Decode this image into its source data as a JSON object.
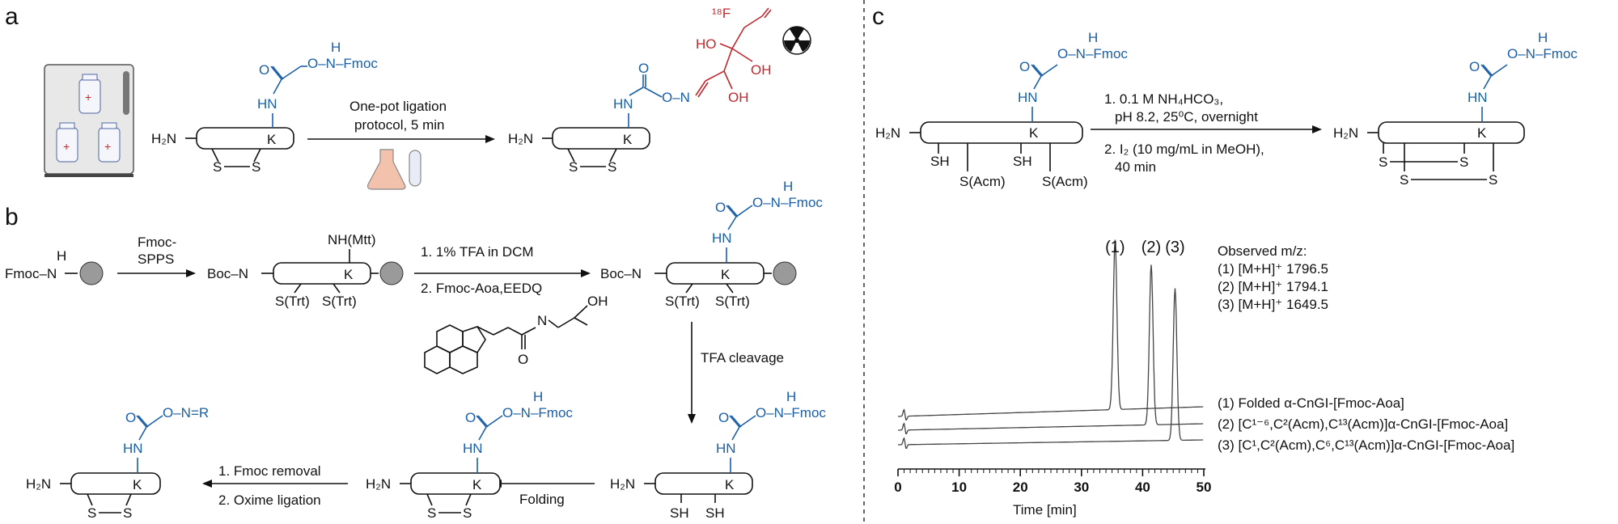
{
  "panels": {
    "a": "a",
    "b": "b",
    "c": "c"
  },
  "panel_a": {
    "k": "K",
    "h2n": "H₂N",
    "s": "S",
    "hn": "HN",
    "o": "O",
    "aoa_head": "O–N–Fmoc",
    "h": "H",
    "step_line1": "One-pot ligation",
    "step_line2": "protocol, 5 min",
    "product_oxime": "O–N",
    "sugar_f": "¹⁸F",
    "sugar_ho": "HO",
    "sugar_oh1": "OH",
    "sugar_oh2": "OH"
  },
  "panel_b": {
    "fmoc_n": "Fmoc–N",
    "h": "H",
    "spps": [
      "Fmoc-",
      "SPPS"
    ],
    "boc_n": "Boc–N",
    "nh_mtt": "NH(Mtt)",
    "k": "K",
    "s_trt": "S(Trt)",
    "step1": "1. 1% TFA in DCM",
    "step2": "2. Fmoc-Aoa,EEDQ",
    "reagent_o": "O",
    "reagent_oh": "OH",
    "reagent_nh": "N",
    "tfa": "TFA cleavage",
    "folding": "Folding",
    "fmoc_removal": "1. Fmoc removal",
    "oxime_ligation": "2. Oxime ligation",
    "oxime_head": "O–N=R",
    "aoa_head": "O–N–Fmoc",
    "hn": "HN",
    "o": "O",
    "h2n": "H₂N",
    "s": "S",
    "sh": "SH"
  },
  "panel_c": {
    "reaction": {
      "step1a": "1. 0.1 M NH₄HCO₃,",
      "step1b": "pH 8.2, 25⁰C, overnight",
      "step2a": "2. I₂ (10 mg/mL in MeOH),",
      "step2b": "40 min",
      "sh": "SH",
      "s_acm": "S(Acm)",
      "s": "S",
      "k": "K",
      "h2n": "H₂N",
      "hn": "HN",
      "o": "O",
      "h": "H",
      "aoa_head": "O–N–Fmoc"
    },
    "peak_labels": [
      "(1)",
      "(2)",
      "(3)"
    ],
    "observed_title": "Observed m/z:",
    "observed": [
      "(1) [M+H]⁺ 1796.5",
      "(2) [M+H]⁺ 1794.1",
      "(3) [M+H]⁺ 1649.5"
    ],
    "legend": [
      "(1) Folded α-CnGI-[Fmoc-Aoa]",
      "(2) [C¹⁻⁶,C²(Acm),C¹³(Acm)]α-CnGI-[Fmoc-Aoa]",
      "(3) [C¹,C²(Acm),C⁶,C¹³(Acm)]α-CnGI-[Fmoc-Aoa]"
    ],
    "chart_data": {
      "type": "line",
      "xlabel": "Time [min]",
      "ylabel": "",
      "xlim": [
        0,
        50
      ],
      "x_ticks": [
        0,
        10,
        20,
        30,
        40,
        50
      ],
      "series": [
        {
          "name": "(1)",
          "peak_time": 35.5,
          "injection_time": 1.0
        },
        {
          "name": "(2)",
          "peak_time": 41.4,
          "injection_time": 1.0
        },
        {
          "name": "(3)",
          "peak_time": 45.3,
          "injection_time": 1.0
        }
      ]
    }
  },
  "colors": {
    "blue": "#1a5fa8",
    "purple": "#4a4a9c",
    "red": "#c0272d"
  }
}
